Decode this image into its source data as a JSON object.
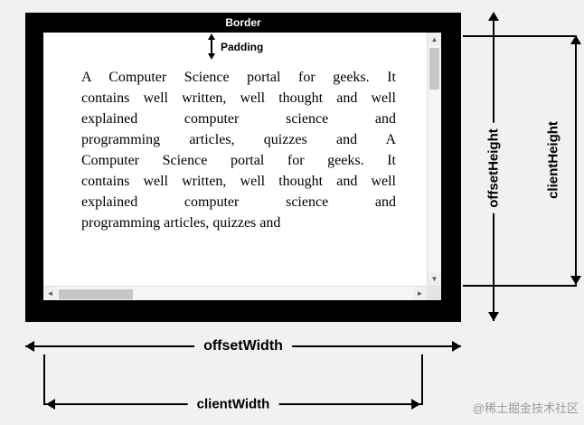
{
  "diagram": {
    "border_label": "Border",
    "padding_label": "Padding",
    "offset_height_label": "offsetHeight",
    "client_height_label": "clientHeight",
    "offset_width_label": "offsetWidth",
    "client_width_label": "clientWidth"
  },
  "textbox": {
    "lines": [
      "A Computer Science portal for geeks. It",
      "contains well written, well thought and well",
      "explained computer science and",
      "programming articles, quizzes and A",
      "Computer Science portal for geeks. It",
      "contains well written, well thought and well",
      "explained computer science and",
      "programming articles, quizzes and"
    ],
    "full_text": "A Computer Science portal for geeks. It contains well written, well thought and well explained computer science and programming articles, quizzes and A Computer Science portal for geeks. It contains well written, well thought and well explained computer science and programming articles, quizzes and"
  },
  "scrollbar": {
    "up_glyph": "▲",
    "down_glyph": "▼",
    "left_glyph": "◄",
    "right_glyph": "►"
  },
  "watermark": "@稀土掘金技术社区",
  "colors": {
    "page_background": "#f1f1f2",
    "border_box": "#000000",
    "content_background": "#ffffff",
    "border_label_text": "#ffffff",
    "watermark_text": "#9b9b9b"
  }
}
